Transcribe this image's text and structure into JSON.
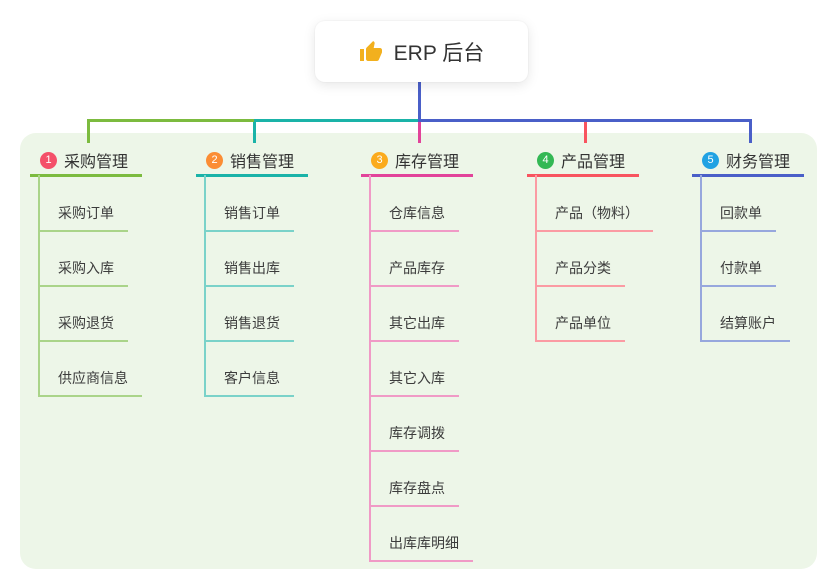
{
  "root": {
    "label": "ERP 后台",
    "icon": "thumbs-up-icon",
    "icon_color": "#f2b01e"
  },
  "canvas": {
    "background": "#ffffff",
    "panel_background": "#edf6e8",
    "root_connector_color": "#4a5fc8"
  },
  "branches": [
    {
      "number": "1",
      "label": "采购管理",
      "badge_color": "#f45069",
      "line_color": "#7cbb3f",
      "child_line_color": "#aad489",
      "children": [
        "采购订单",
        "采购入库",
        "采购退货",
        "供应商信息"
      ]
    },
    {
      "number": "2",
      "label": "销售管理",
      "badge_color": "#fb8d34",
      "line_color": "#1ab3a8",
      "child_line_color": "#7ad2c9",
      "children": [
        "销售订单",
        "销售出库",
        "销售退货",
        "客户信息"
      ]
    },
    {
      "number": "3",
      "label": "库存管理",
      "badge_color": "#fbab1d",
      "line_color": "#e2439a",
      "child_line_color": "#f09ac6",
      "children": [
        "仓库信息",
        "产品库存",
        "其它出库",
        "其它入库",
        "库存调拨",
        "库存盘点",
        "出库库明细"
      ]
    },
    {
      "number": "4",
      "label": "产品管理",
      "badge_color": "#33b854",
      "line_color": "#f8545f",
      "child_line_color": "#fb9ba3",
      "children": [
        "产品（物料）",
        "产品分类",
        "产品单位"
      ]
    },
    {
      "number": "5",
      "label": "财务管理",
      "badge_color": "#21a2e3",
      "line_color": "#4a5fc8",
      "child_line_color": "#97a7dd",
      "children": [
        "回款单",
        "付款单",
        "结算账户"
      ]
    }
  ]
}
